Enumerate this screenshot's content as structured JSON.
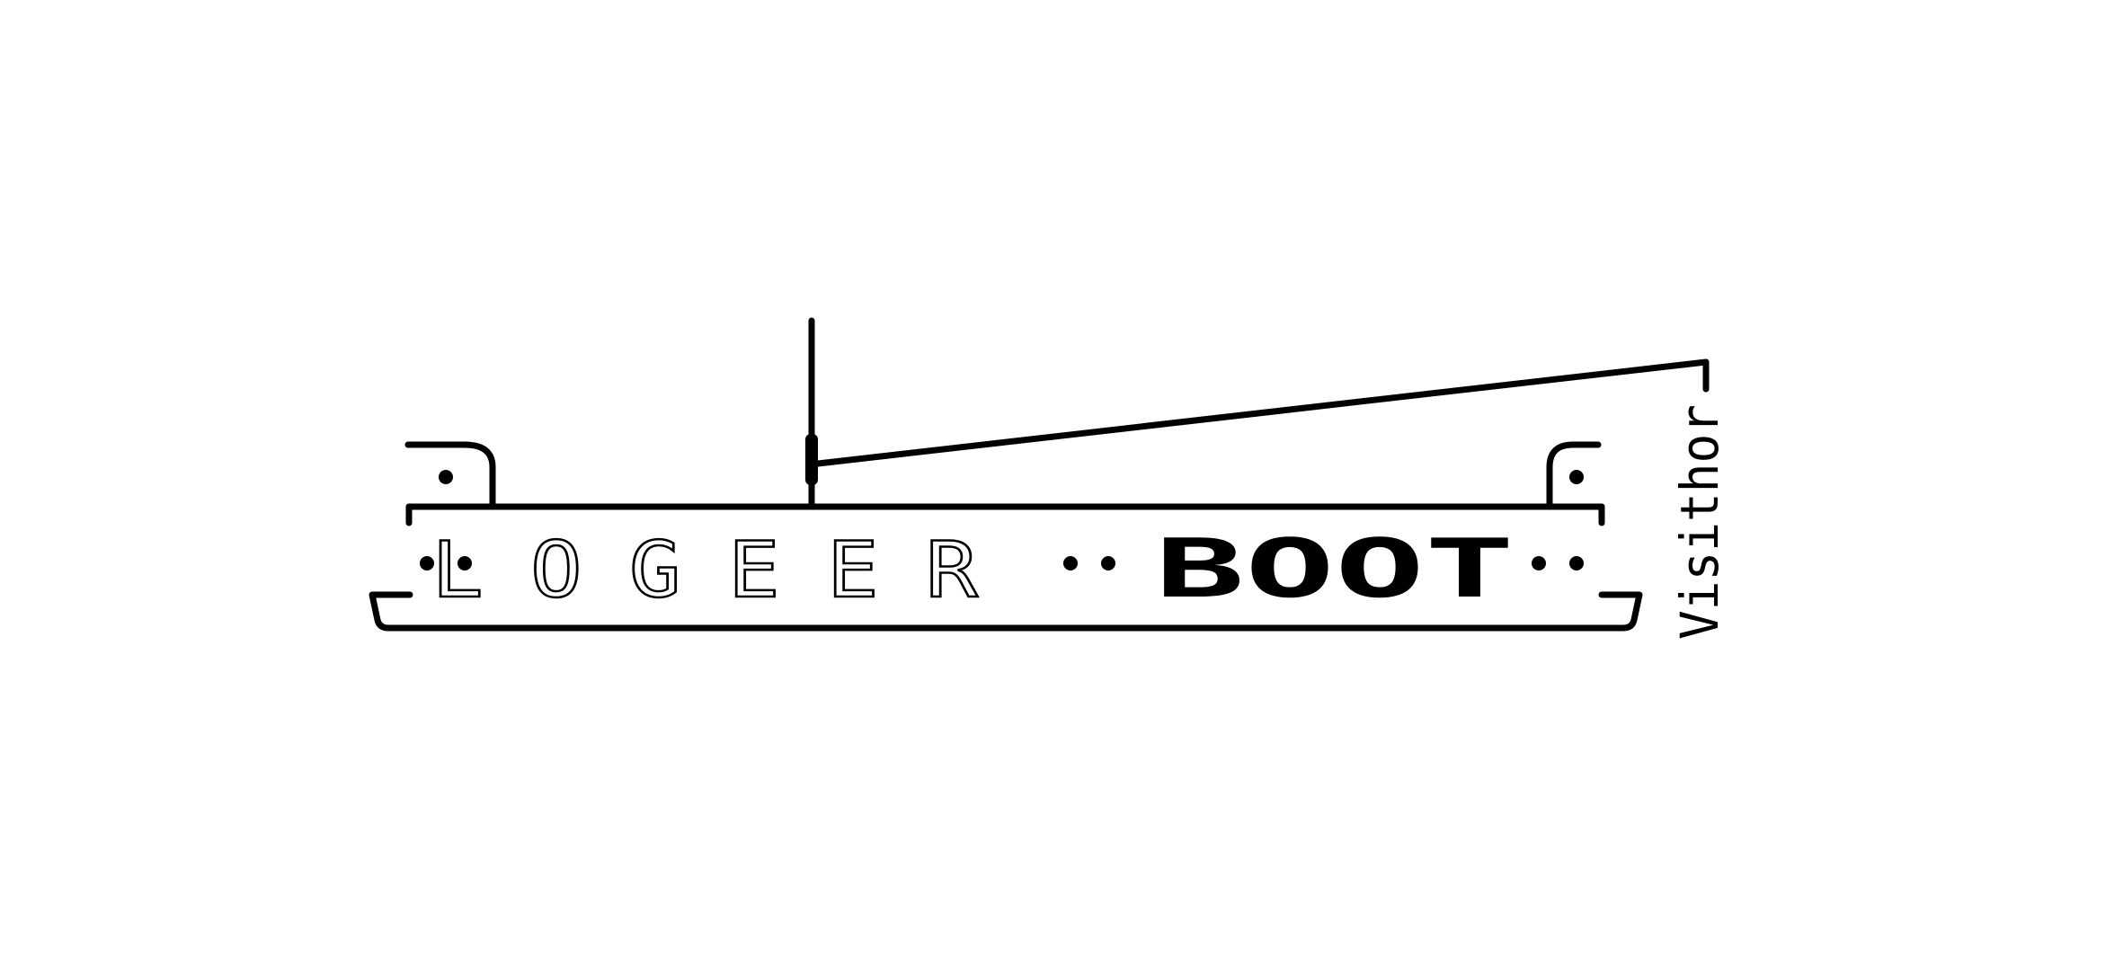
{
  "logo": {
    "word_thin": "LOGEER",
    "word_bold": "BOOT",
    "side_text": "Visithor",
    "colors": {
      "ink": "#000000",
      "background": "#ffffff"
    }
  }
}
